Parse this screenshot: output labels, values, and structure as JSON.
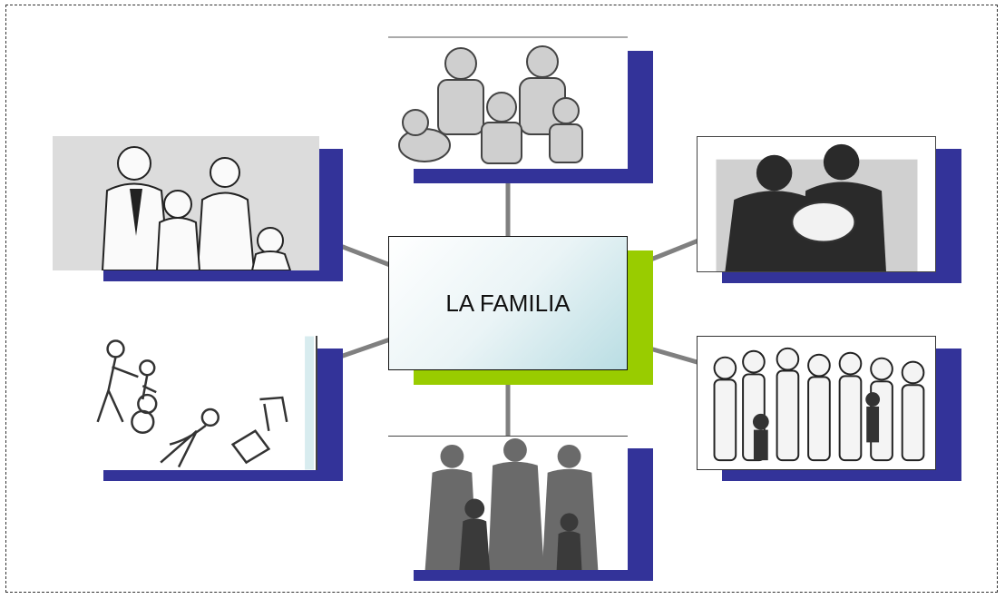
{
  "diagram": {
    "center_label": "LA FAMILIA",
    "colors": {
      "photo_shadow": "#333399",
      "center_shadow": "#99cc00",
      "connector": "#808080",
      "frame_border": "#333333"
    },
    "nodes": [
      {
        "id": "top",
        "icon": "family-with-dog-icon"
      },
      {
        "id": "top-left",
        "icon": "vintage-family-icon"
      },
      {
        "id": "top-right",
        "icon": "parents-with-baby-icon"
      },
      {
        "id": "bottom-left",
        "icon": "father-child-bicycle-icon"
      },
      {
        "id": "bottom-center",
        "icon": "family-photo-icon"
      },
      {
        "id": "bottom-right",
        "icon": "extended-family-cartoon-icon"
      }
    ]
  }
}
